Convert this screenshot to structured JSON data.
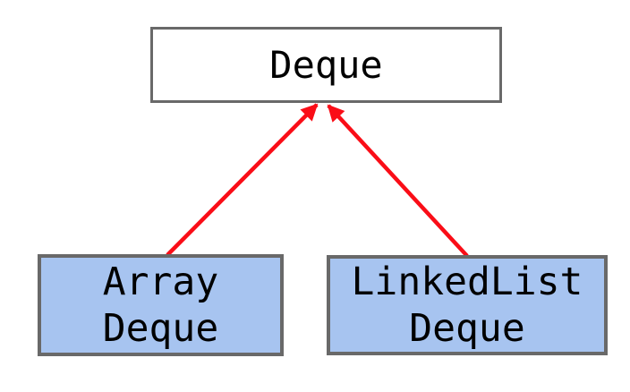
{
  "diagram": {
    "type": "class-inheritance",
    "nodes": {
      "deque": {
        "label": "Deque"
      },
      "array_deque": {
        "line1": "Array",
        "line2": "Deque"
      },
      "linkedlist_deque": {
        "line1": "LinkedList",
        "line2": "Deque"
      }
    },
    "edges": [
      {
        "from": "array_deque",
        "to": "deque",
        "style": "red-arrow"
      },
      {
        "from": "linkedlist_deque",
        "to": "deque",
        "style": "red-arrow"
      }
    ]
  },
  "colors": {
    "border": "#696969",
    "arrow": "#fa0d17",
    "child_fill": "#a7c4f0",
    "parent_fill": "#ffffff",
    "text": "#000000",
    "bg": "#ffffff"
  }
}
